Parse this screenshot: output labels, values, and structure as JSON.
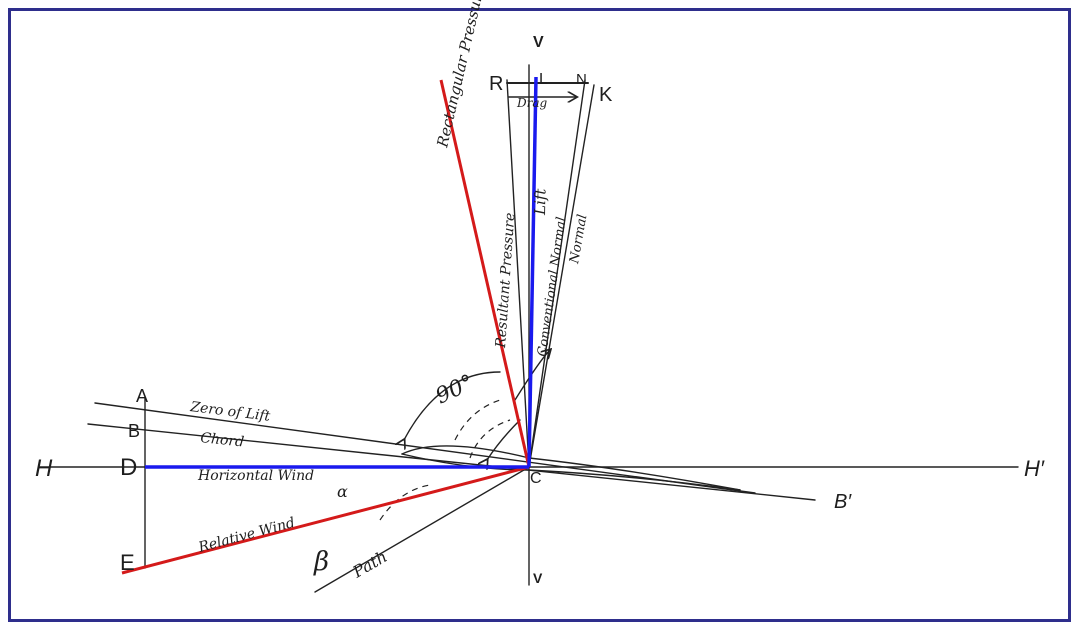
{
  "colors": {
    "frame": "#2e2e8c",
    "red": "#d41a1a",
    "blue": "#1a1aee",
    "ink": "#222222"
  },
  "points": {
    "A": "A",
    "B": "B",
    "D": "D",
    "E": "E",
    "H": "H",
    "H_prime": "H′",
    "B_prime": "B′",
    "C": "C",
    "V_top": "V",
    "V_bottom": "V",
    "R": "R",
    "L": "L",
    "N": "N",
    "K": "K"
  },
  "labels": {
    "rectangular_pressure": "Rectangular Pressure",
    "drag": "Drag",
    "resultant_pressure": "Resultant Pressure",
    "lift": "Lift",
    "conventional_normal": "Conventional Normal",
    "normal": "Normal",
    "zero_of_lift": "Zero of Lift",
    "chord": "Chord",
    "horizontal_wind": "Horizontal Wind",
    "relative_wind": "Relative Wind",
    "alpha": "α",
    "path": "Path",
    "beta": "β",
    "angle_90": "90°"
  }
}
